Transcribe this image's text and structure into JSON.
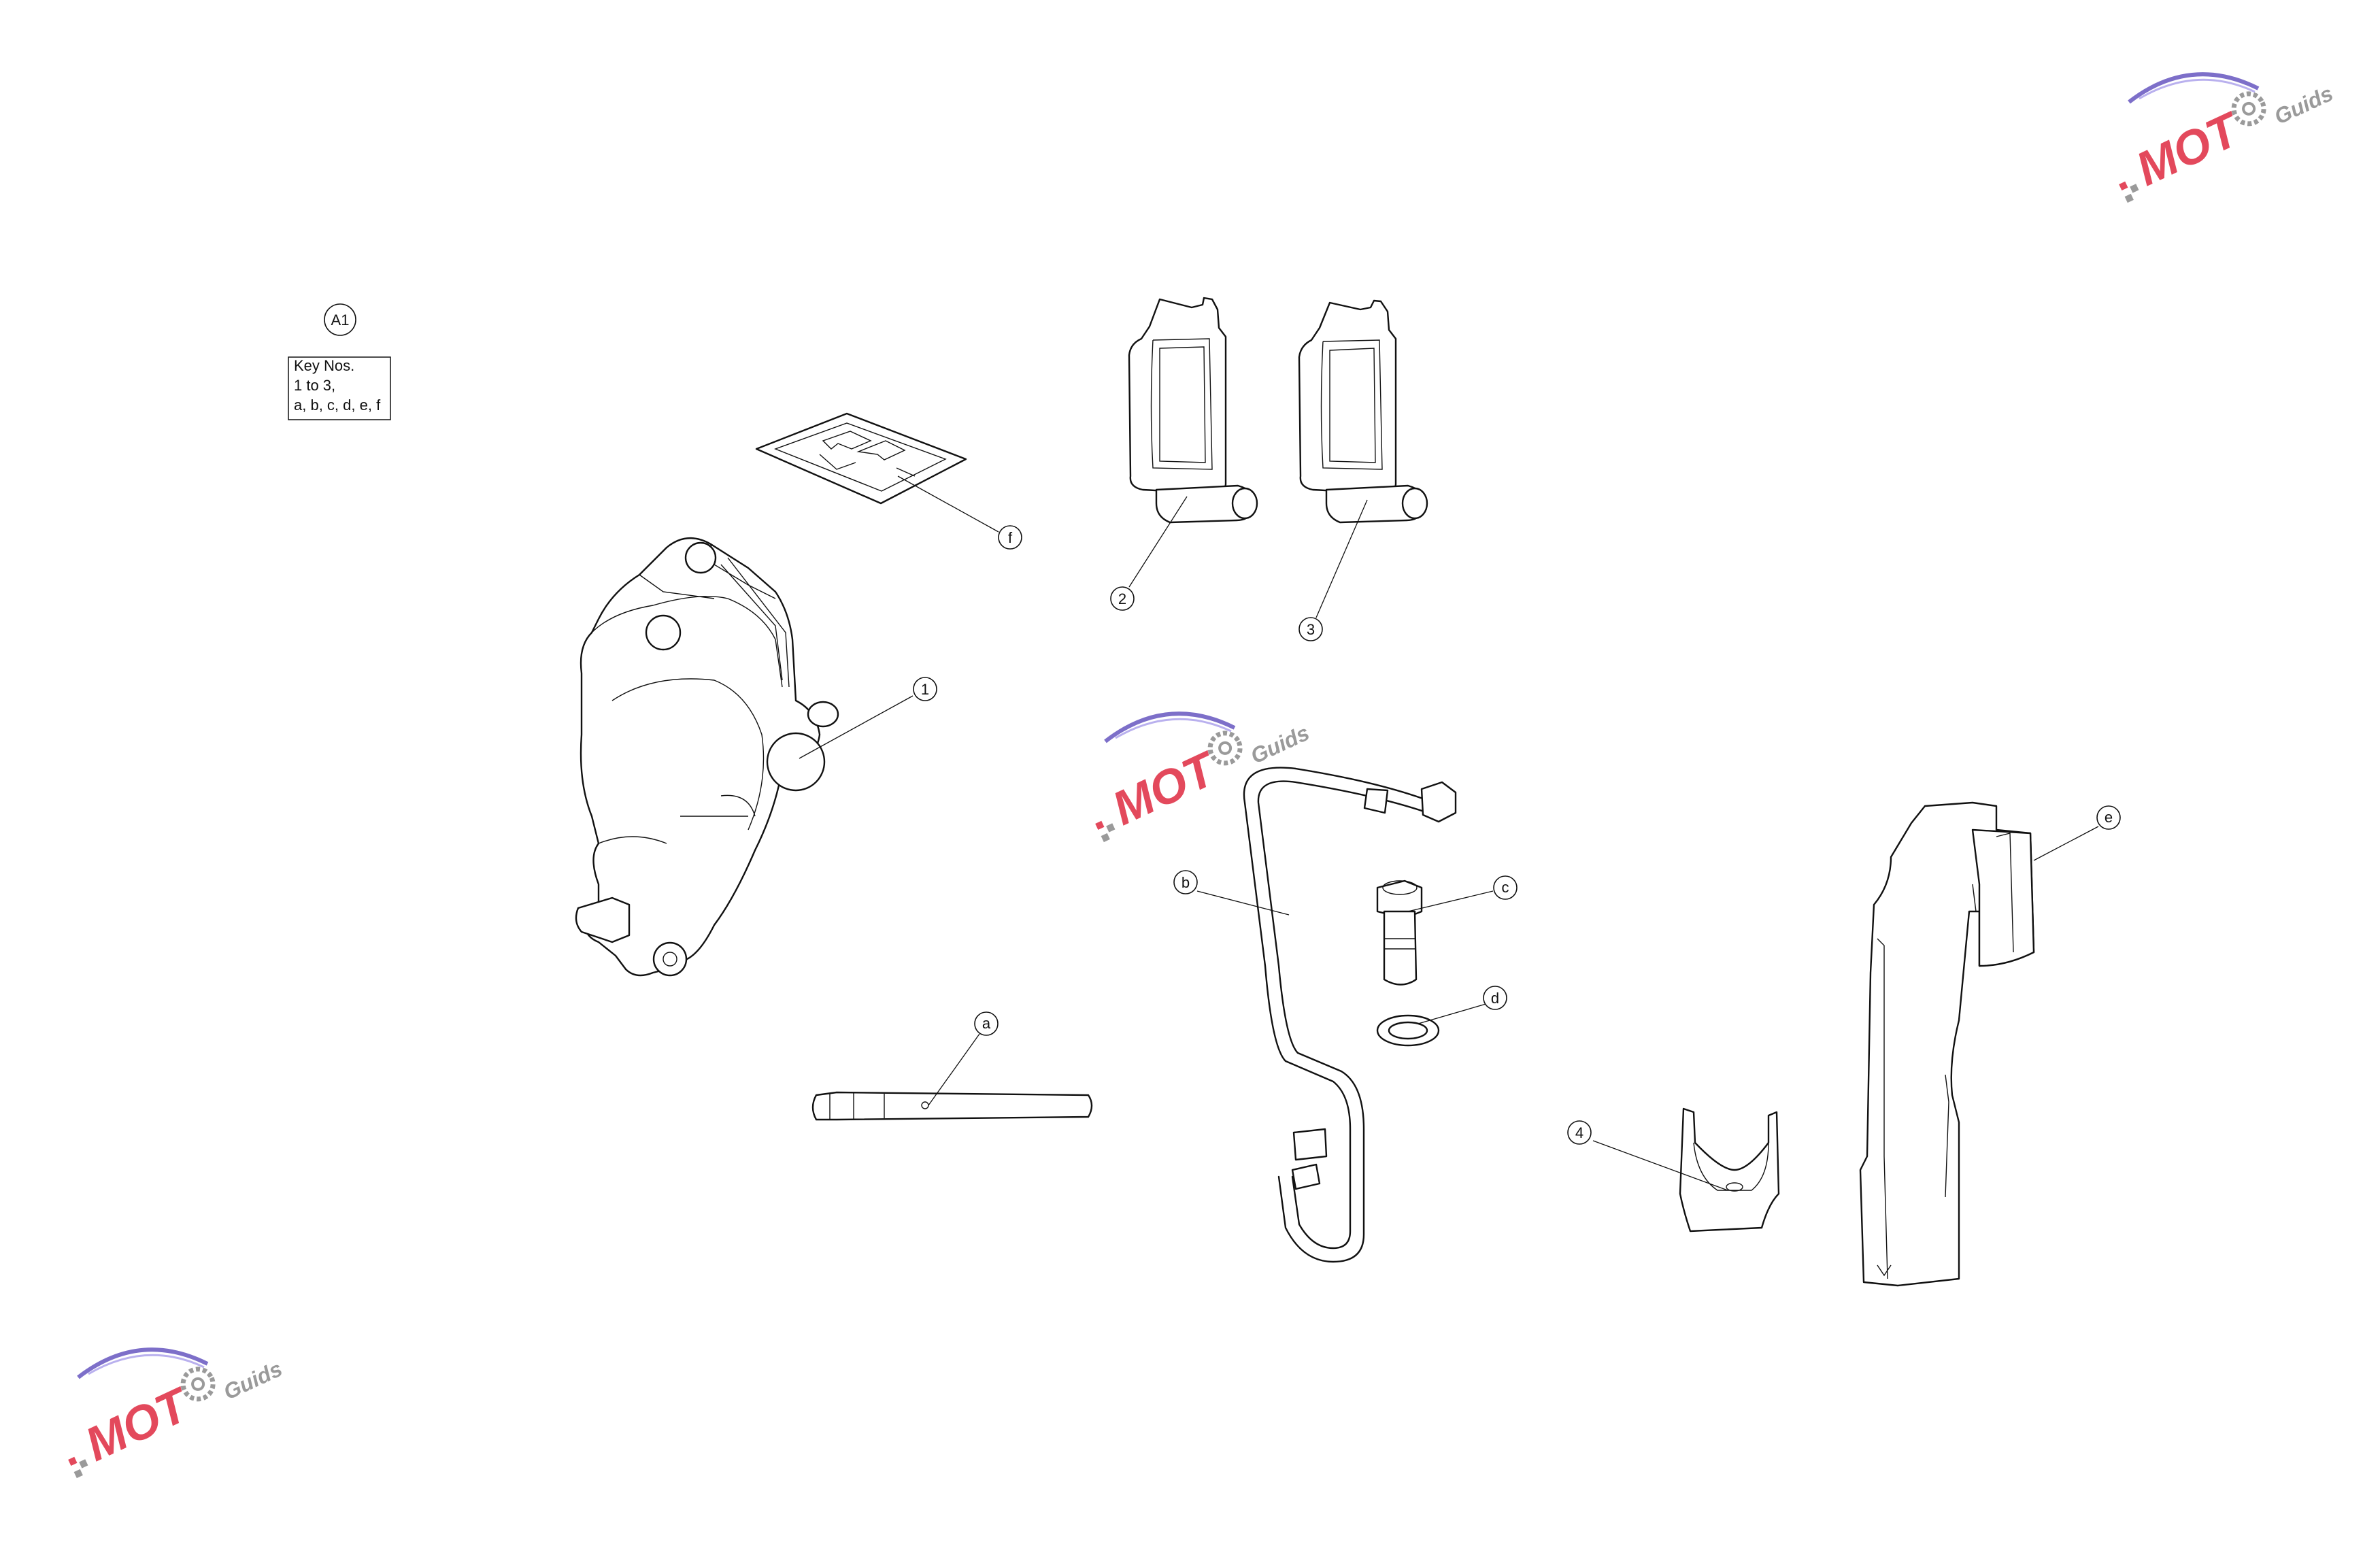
{
  "reference": {
    "id": "A1"
  },
  "key_box": {
    "line1": "Key Nos.",
    "line2": "1 to 3,",
    "line3": "a, b, c, d, e, f"
  },
  "callouts": {
    "c1": "1",
    "c2": "2",
    "c3": "3",
    "c4": "4",
    "ca": "a",
    "cb": "b",
    "cc": "c",
    "cd": "d",
    "ce": "e",
    "cf": "f"
  },
  "watermark": {
    "brand_letters": "MOT",
    "tagline": "Guids",
    "colors": {
      "red": "#e3495c",
      "purple": "#7d6fc9",
      "gray": "#9a9a9a"
    }
  }
}
